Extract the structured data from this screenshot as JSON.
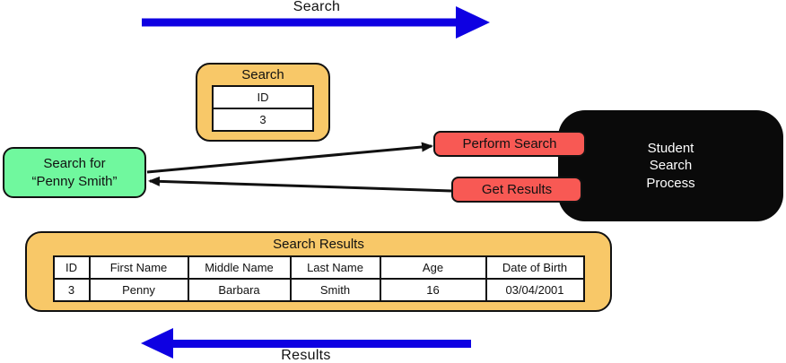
{
  "colors": {
    "box_orange": "#f8c868",
    "box_green": "#70f89e",
    "box_red": "#f85954",
    "arrow_blue": "#0e00e2",
    "box_black": "#0a0a0a"
  },
  "top_arrow": {
    "label": "Search"
  },
  "bottom_arrow": {
    "label": "Results"
  },
  "search_request_box": {
    "title": "Search",
    "field_label": "ID",
    "field_value": "3"
  },
  "client_query_box": {
    "text": "Search for\n“Penny Smith”"
  },
  "process_box": {
    "text": "Student\nSearch\nProcess"
  },
  "actions": {
    "perform_label": "Perform Search",
    "get_results_label": "Get Results"
  },
  "results_box": {
    "title": "Search Results",
    "columns": [
      "ID",
      "First Name",
      "Middle Name",
      "Last Name",
      "Age",
      "Date of Birth"
    ],
    "rows": [
      [
        "3",
        "Penny",
        "Barbara",
        "Smith",
        "16",
        "03/04/2001"
      ]
    ]
  }
}
